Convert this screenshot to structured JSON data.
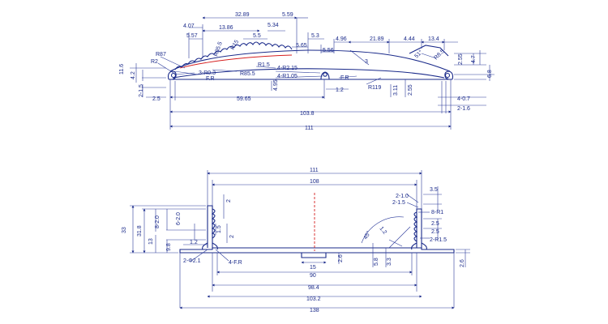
{
  "top_profile": {
    "dims_top": [
      "32.89",
      "5.59",
      "4.07",
      "13.86",
      "5.34",
      "5.57",
      "5.5",
      "5.3",
      "21.89",
      "4.44",
      "13.4",
      "5.65",
      "5.56",
      "4.96"
    ],
    "radii": [
      "R87",
      "R2",
      "R85.5",
      "R15",
      "R1.5",
      "3-R0.3",
      "F.R",
      "R85.5",
      "4-R2.15",
      "4-R1.05",
      "F.R",
      "R119",
      "3",
      "51°",
      "R8.5"
    ],
    "left_dims": [
      "11.6",
      "4.2",
      "2-1.5",
      "2.5"
    ],
    "bottom_dims": [
      "59.65",
      "103.8",
      "111",
      "1.2",
      "4.95",
      "3.11",
      "2.55"
    ],
    "right_dims": [
      "2.55",
      "4.7",
      "6.8",
      "4-0.7",
      "2-1.6"
    ]
  },
  "bottom_profile": {
    "dims_top": [
      "111",
      "108",
      "2-1.0",
      "3.5",
      "2-1.5",
      "8-R1",
      "2.5",
      "2.5",
      "2-R1.5"
    ],
    "left_dims": [
      "33",
      "31.8",
      "8-2.0",
      "6-2.0",
      "13",
      "9.8",
      "1.2",
      "1.5",
      "2",
      "2"
    ],
    "inner_dims": [
      "45°",
      "1.2",
      "2.6",
      "5.8",
      "3.3",
      "15",
      "2.6"
    ],
    "labels": [
      "2-Φ2.1",
      "4-F.R"
    ],
    "bottom_dims": [
      "90",
      "98.4",
      "103.2",
      "138"
    ]
  }
}
